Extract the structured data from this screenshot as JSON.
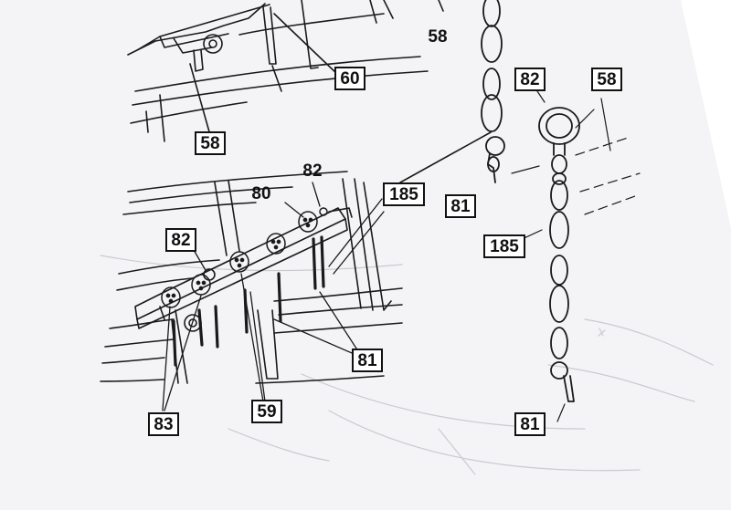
{
  "colors": {
    "paper": "#f4f4f6",
    "line": "#1a1a1a",
    "faint": "#c9cbd2",
    "background": "#ffffff"
  },
  "callouts": {
    "c58_top": "58",
    "c60": "60",
    "c58_left": "58",
    "c82_ring": "82",
    "c58_right": "58",
    "c185_mid": "185",
    "c82_upper": "82",
    "c80": "80",
    "c82_left": "82",
    "c81_mid": "81",
    "c185_right": "185",
    "c81_rail": "81",
    "c83": "83",
    "c59": "59",
    "c81_bottom": "81"
  }
}
